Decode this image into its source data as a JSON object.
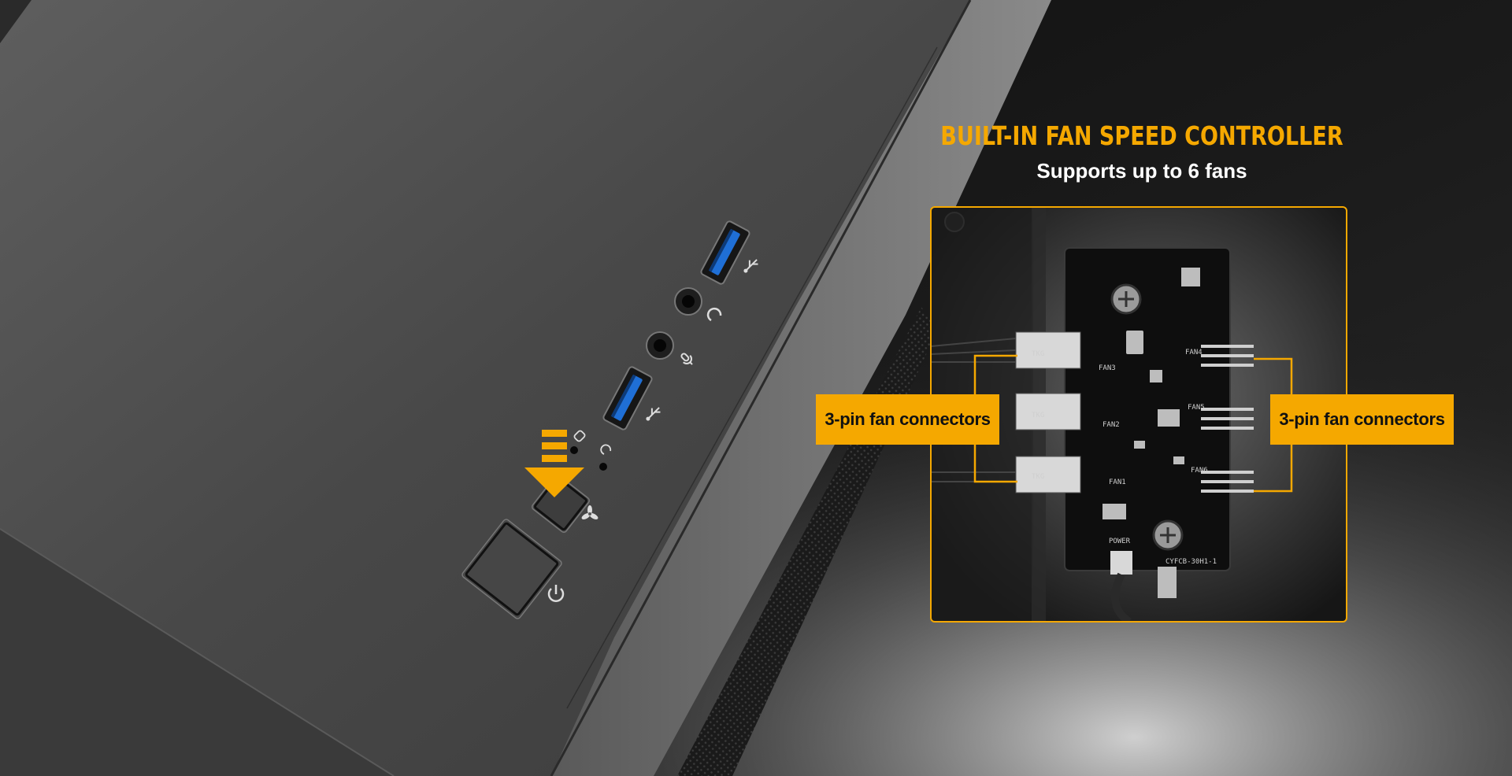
{
  "feature": {
    "title": "BUILT-IN FAN SPEED CONTROLLER",
    "subtitle": "Supports up to 6 fans"
  },
  "callouts": {
    "left": "3-pin fan connectors",
    "right": "3-pin fan connectors"
  },
  "board_print": {
    "fan_labels": [
      "FAN1",
      "FAN2",
      "FAN3",
      "FAN4",
      "FAN5",
      "FAN6"
    ],
    "part_id": "CYFCB-30H1-1",
    "connector_mark": "TKG",
    "power_mark": "POWER"
  },
  "icons": [
    "usb-icon",
    "headphone-icon",
    "microphone-icon",
    "hdd-led-icon",
    "power-led-icon",
    "fan-icon",
    "power-icon",
    "down-arrow-icon"
  ],
  "colors": {
    "accent": "#f5a800",
    "usb_blue": "#1f6fd6",
    "case": "#4a4a4a",
    "background": "#111111"
  }
}
